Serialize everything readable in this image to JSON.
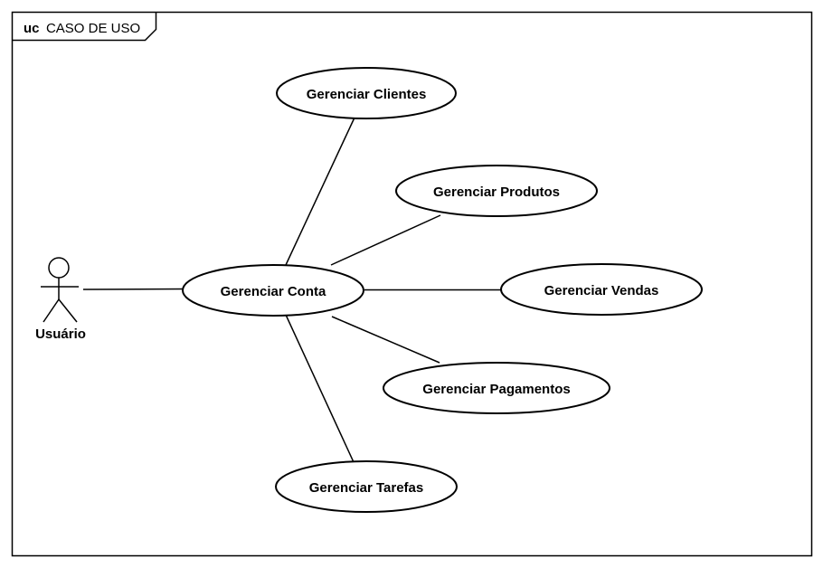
{
  "frame": {
    "keyword": "uc",
    "name": "CASO DE USO"
  },
  "actor": {
    "label": "Usuário"
  },
  "use_cases": {
    "center": "Gerenciar Conta",
    "clientes": "Gerenciar Clientes",
    "produtos": "Gerenciar Produtos",
    "vendas": "Gerenciar Vendas",
    "pagamentos": "Gerenciar Pagamentos",
    "tarefas": "Gerenciar Tarefas"
  }
}
